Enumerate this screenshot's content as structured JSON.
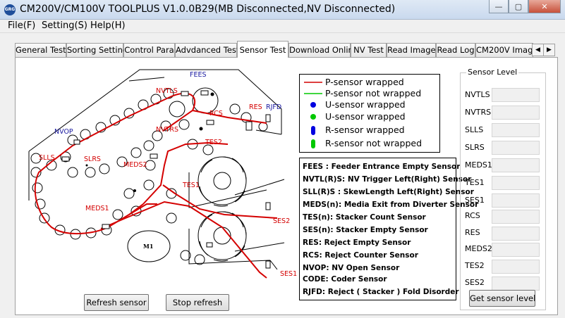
{
  "window": {
    "title": "CM200V/CM100V TOOLPLUS V1.0.0B29(MB Disconnected,NV Disconnected)",
    "icon_text": "GRG",
    "controls": [
      "—",
      "▢",
      "✕"
    ]
  },
  "menu": [
    "File(F)",
    "Setting(S)",
    "Help(H)"
  ],
  "tabs": [
    {
      "label": "General Test",
      "active": false
    },
    {
      "label": "Sorting Setting",
      "active": false
    },
    {
      "label": "Control Para",
      "active": false
    },
    {
      "label": "Advdanced Test",
      "active": false
    },
    {
      "label": "Sensor Test",
      "active": true
    },
    {
      "label": "Download Online",
      "active": false
    },
    {
      "label": "NV Test",
      "active": false
    },
    {
      "label": "Read Image",
      "active": false
    },
    {
      "label": "Read Log",
      "active": false
    },
    {
      "label": "CM200V Image",
      "active": false
    }
  ],
  "diagram": {
    "labels": {
      "fees": "FEES",
      "nvtls": "NVTLS",
      "rcs": "RCS",
      "res": "RES",
      "rjfd": "RJFD",
      "nvop": "NVOP",
      "nvtrs": "NVTRS",
      "tes2": "TES2",
      "slls": "SLLS",
      "slrs": "SLRS",
      "meds2": "MEDS2",
      "tes1": "TES1",
      "meds1": "MEDS1",
      "ses2": "SES2",
      "ses1": "SES1",
      "m1": "M1"
    }
  },
  "legend": [
    {
      "text": "P-sensor wrapped",
      "symbol": "line",
      "color": "#d40000"
    },
    {
      "text": "P-sensor  not wrapped",
      "symbol": "line",
      "color": "#00c800"
    },
    {
      "text": "U-sensor wrapped",
      "symbol": "dot",
      "color": "#0000e0"
    },
    {
      "text": "U-sensor wrapped",
      "symbol": "dot",
      "color": "#00c800"
    },
    {
      "text": "R-sensor wrapped",
      "symbol": "pill",
      "color": "#0000e0"
    },
    {
      "text": "R-sensor not wrapped",
      "symbol": "pill",
      "color": "#00c800"
    }
  ],
  "abbreviations": [
    "FEES : Feeder Entrance Empty Sensor",
    "NVTL(R)S: NV Trigger Left(Right) Sensor",
    "SLL(R)S : SkewLength Left(Right) Sensor",
    "MEDS(n): Media Exit from Diverter Sensor",
    "TES(n): Stacker Count Sensor",
    "SES(n): Stacker Empty Sensor",
    "RES: Reject Empty Sensor",
    "RCS: Reject Counter Sensor",
    "NVOP: NV Open Sensor",
    "CODE: Coder Sensor",
    "RJFD: Reject ( Stacker ) Fold Disorder"
  ],
  "sensor_level": {
    "title": "Sensor Level",
    "sensors": [
      "NVTLS",
      "NVTRS",
      "SLLS",
      "SLRS",
      "MEDS1",
      "TES1",
      "SES1",
      "RCS",
      "RES",
      "MEDS2",
      "TES2",
      "SES2"
    ],
    "button": "Get sensor level"
  },
  "buttons": {
    "refresh": "Refresh sensor",
    "stop": "Stop refresh"
  },
  "colors": {
    "red": "#d40000",
    "blue": "#0000e0",
    "green": "#00c800"
  }
}
